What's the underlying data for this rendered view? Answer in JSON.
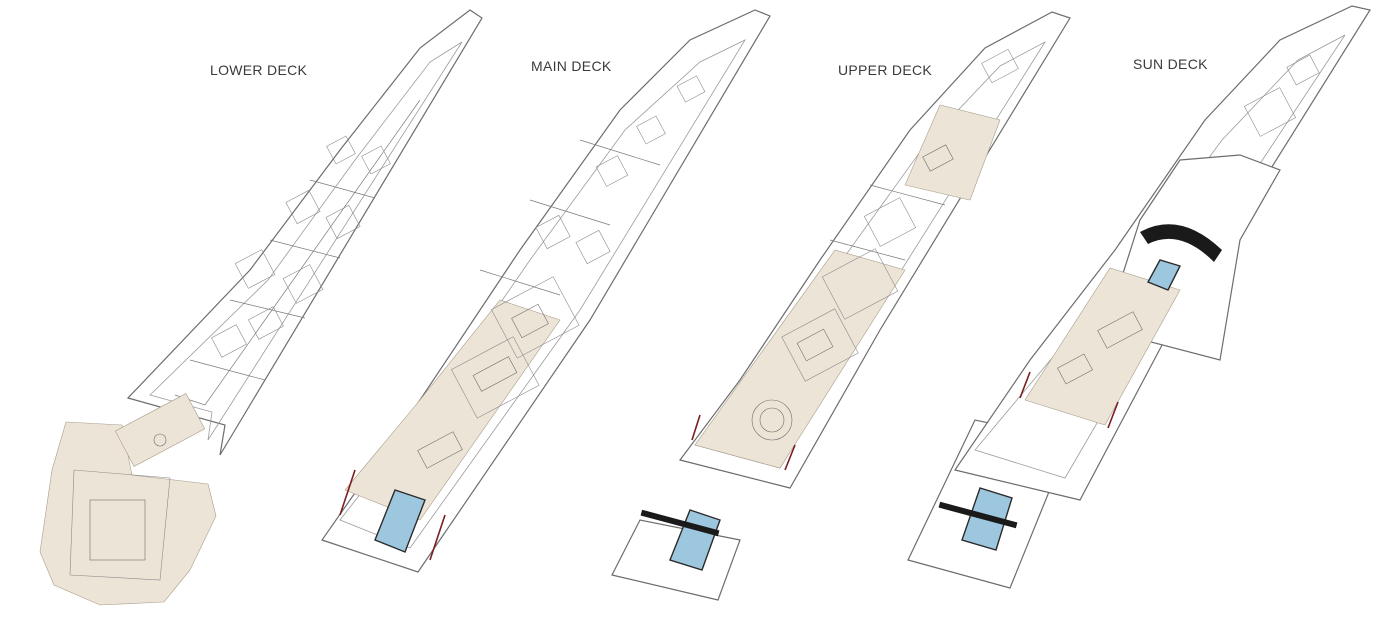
{
  "decks": [
    {
      "id": "lower",
      "label": "LOWER DECK"
    },
    {
      "id": "main",
      "label": "MAIN DECK"
    },
    {
      "id": "upper",
      "label": "UPPER DECK"
    },
    {
      "id": "sun",
      "label": "SUN DECK"
    }
  ],
  "colors": {
    "hull_line": "#6d6d6d",
    "teak_deck": "#ece4d6",
    "pool_water": "#9cc7df",
    "bulwark_accent": "#7a1e1e"
  }
}
